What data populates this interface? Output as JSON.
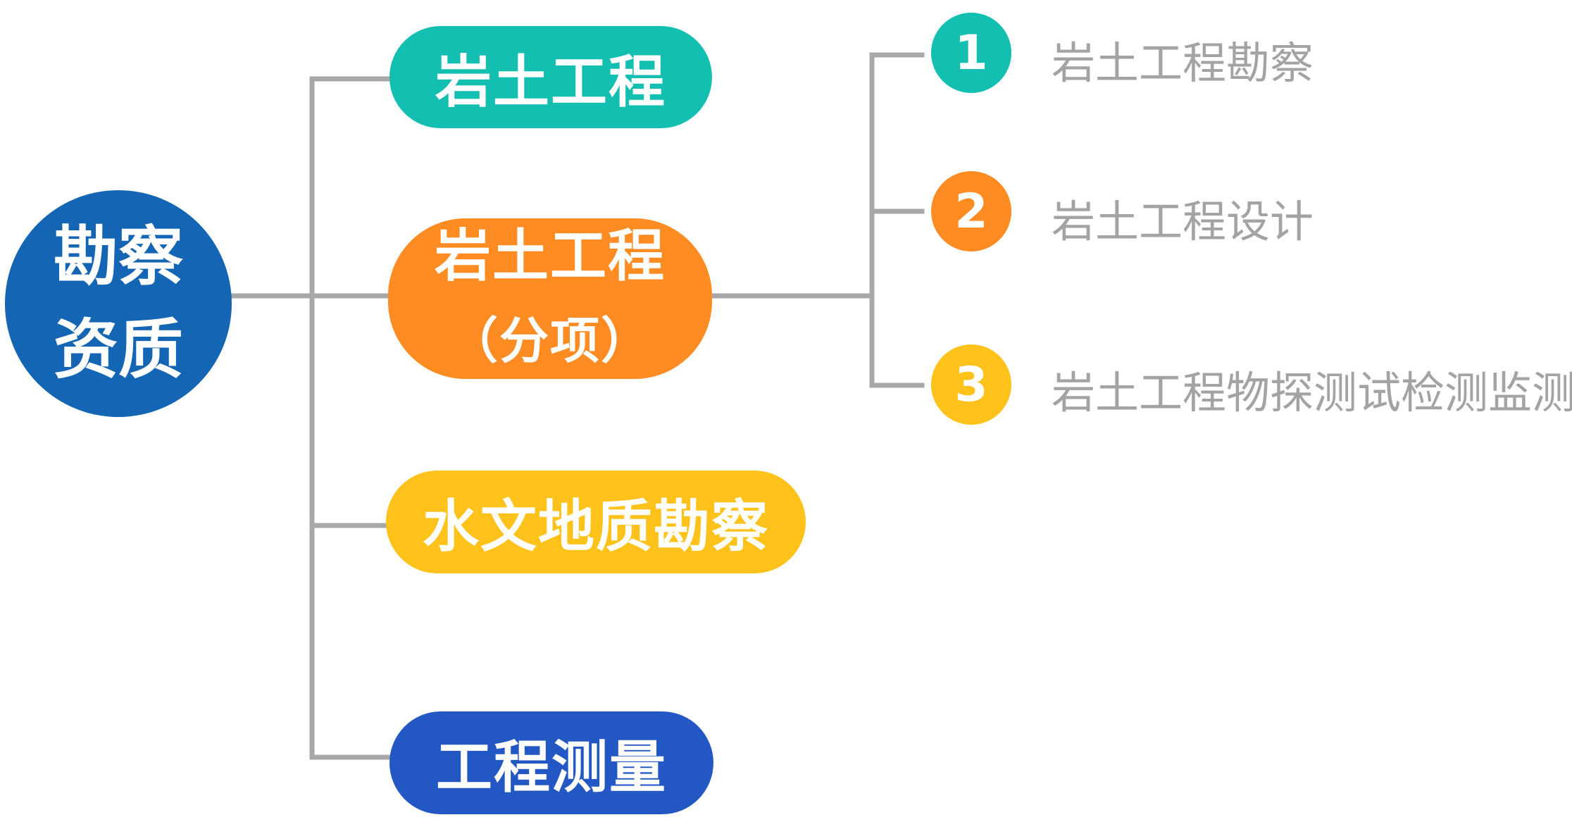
{
  "colors": {
    "root": "#1565b5",
    "teal": "#12bfb0",
    "orange": "#ff8c22",
    "yellow": "#ffc21a",
    "blue": "#2358c4",
    "connector": "#a8a8a8",
    "leaf_text": "#a3a3a3"
  },
  "root": {
    "line1": "勘察",
    "line2": "资质"
  },
  "branches": [
    {
      "label": "岩土工程",
      "color": "#12bfb0"
    },
    {
      "label": "岩土工程",
      "sub": "（分项）",
      "color": "#ff8c22"
    },
    {
      "label": "水文地质勘察",
      "color": "#ffc21a"
    },
    {
      "label": "工程测量",
      "color": "#2358c4"
    }
  ],
  "subitems": [
    {
      "number": "1",
      "label": "岩土工程勘察",
      "color": "#12bfb0"
    },
    {
      "number": "2",
      "label": "岩土工程设计",
      "color": "#ff8c22"
    },
    {
      "number": "3",
      "label": "岩土工程物探测试检测监测",
      "color": "#ffc21a"
    }
  ]
}
